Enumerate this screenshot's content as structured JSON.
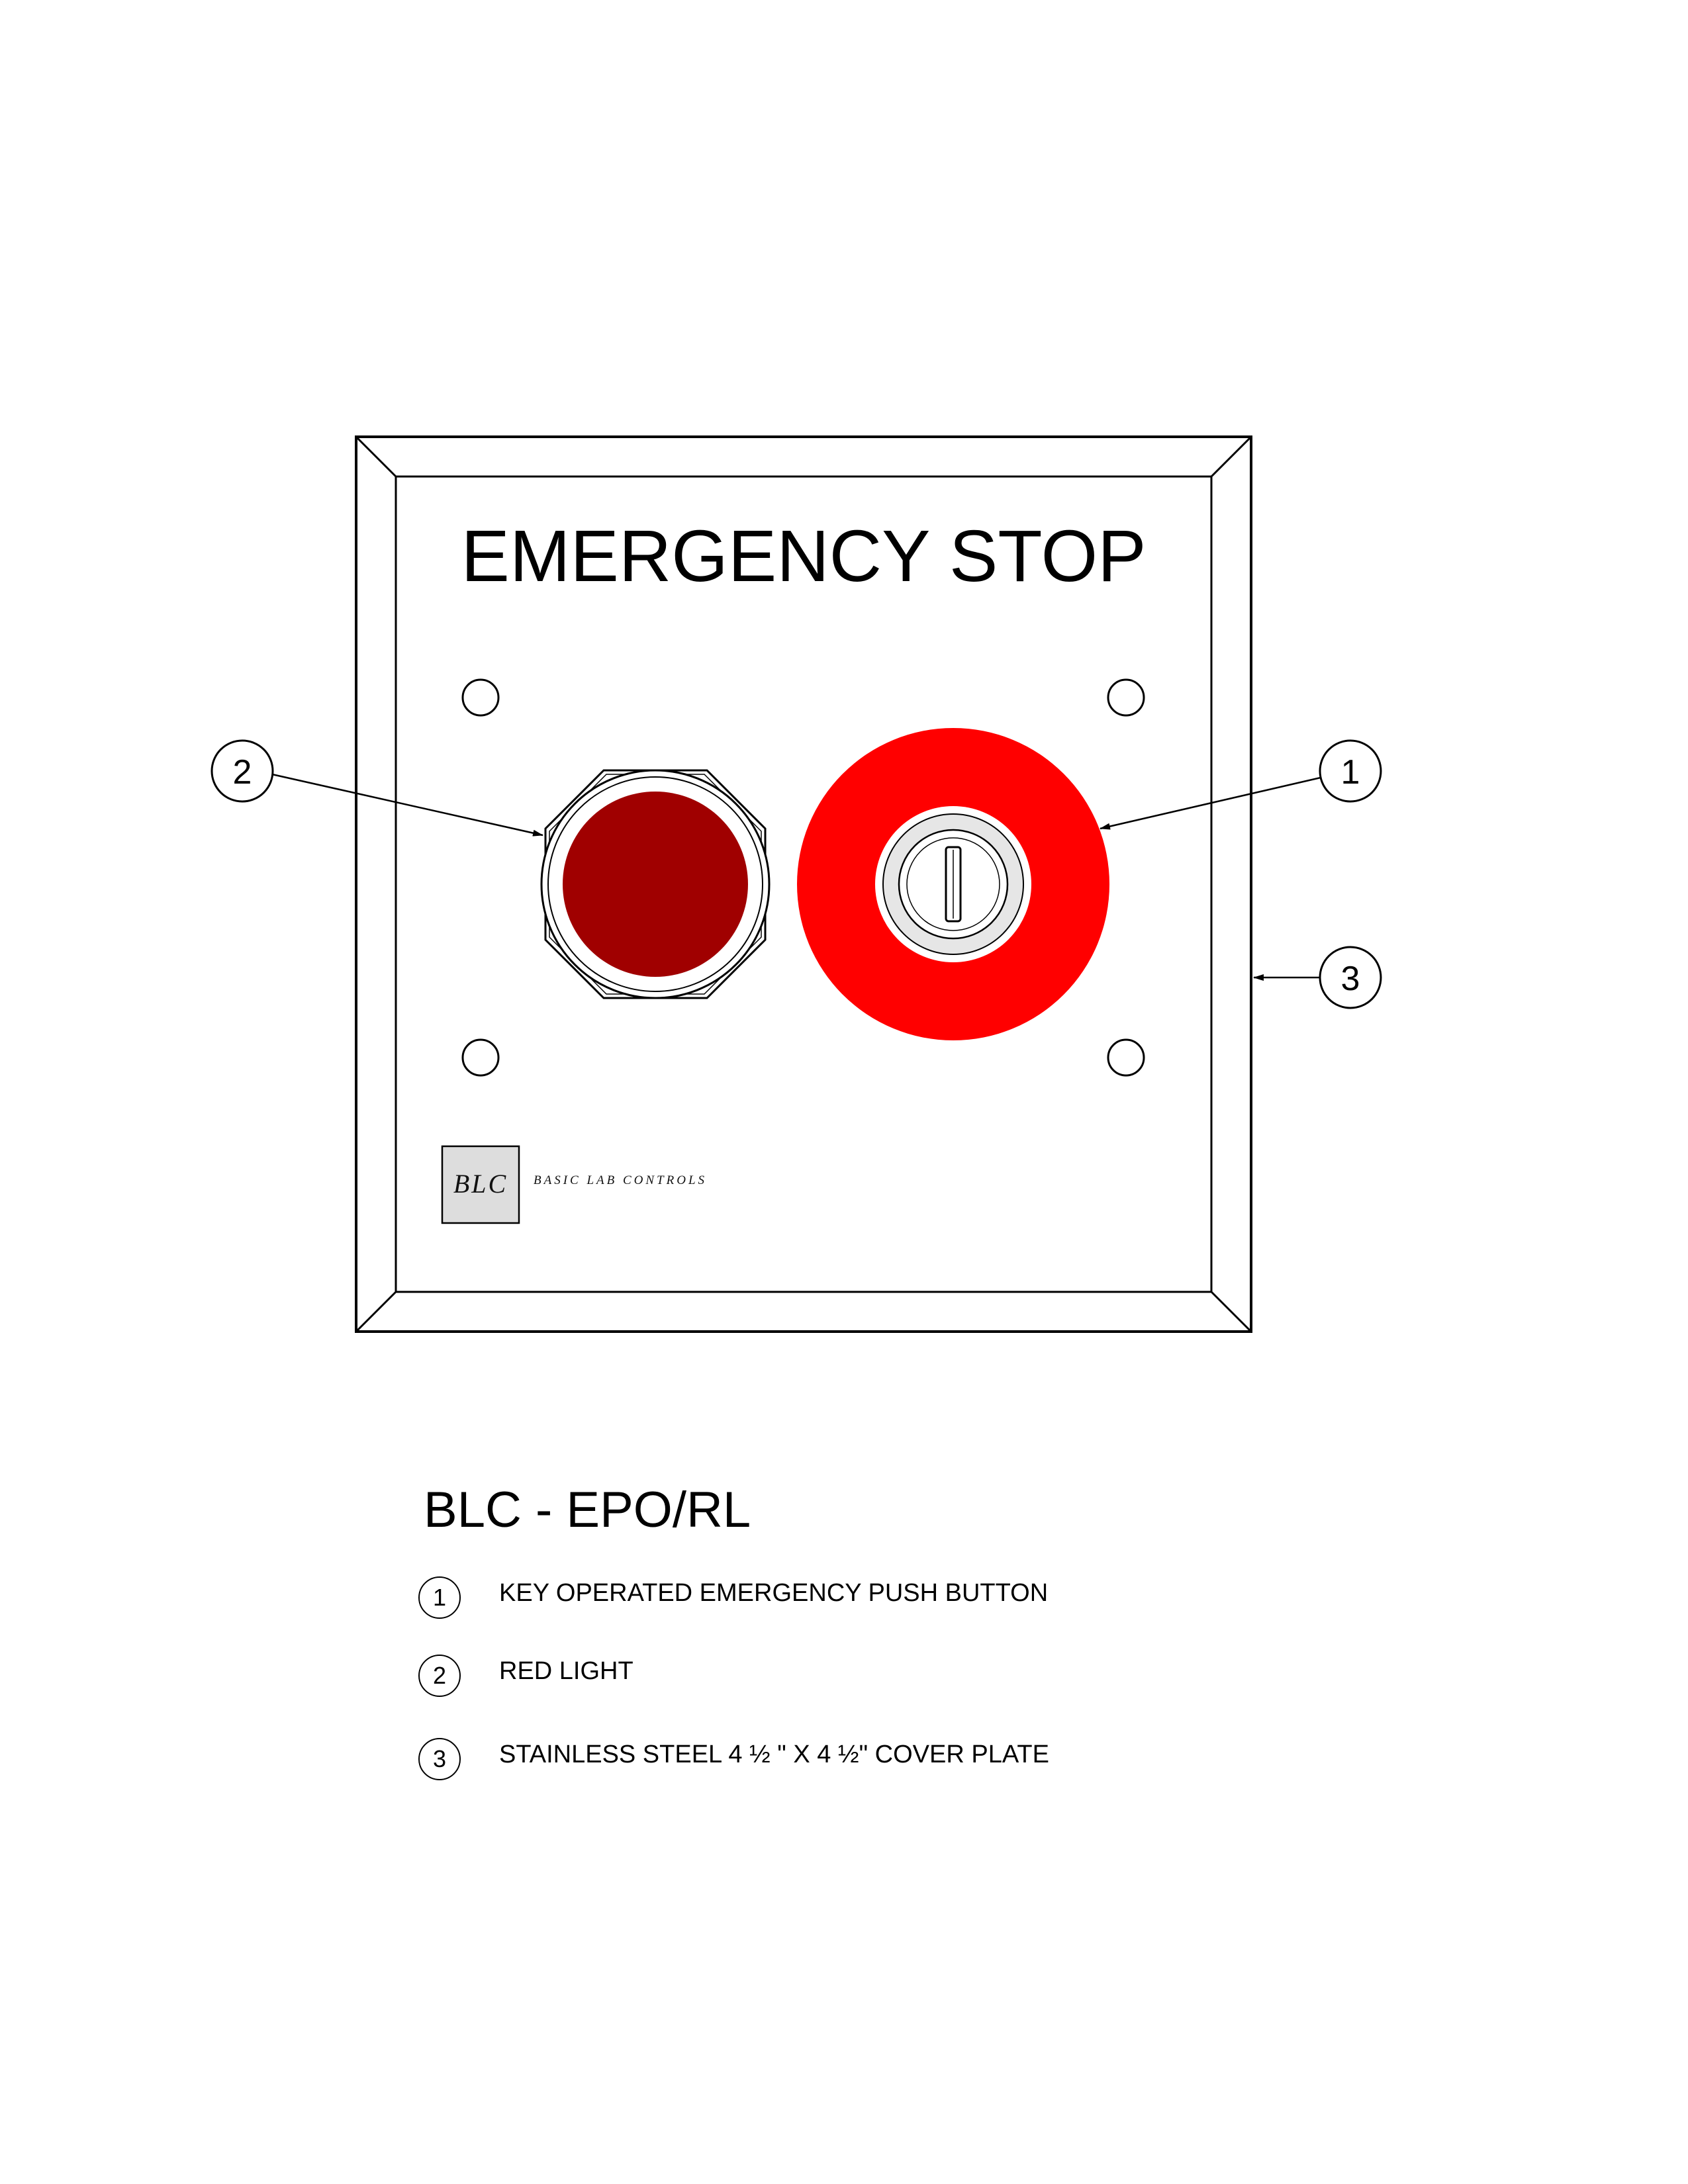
{
  "plate": {
    "title": "EMERGENCY STOP",
    "logo_mark": "BLC",
    "logo_text": "BASIC LAB CONTROLS",
    "light_color": "#a00000",
    "button_color": "#ff0000"
  },
  "callouts": [
    {
      "number": "1"
    },
    {
      "number": "2"
    },
    {
      "number": "3"
    }
  ],
  "model": "BLC - EPO/RL",
  "legend": [
    {
      "number": "1",
      "text": "KEY OPERATED EMERGENCY PUSH BUTTON"
    },
    {
      "number": "2",
      "text": "RED LIGHT"
    },
    {
      "number": "3",
      "text": "STAINLESS STEEL 4 ½ \" X 4 ½\" COVER PLATE"
    }
  ]
}
